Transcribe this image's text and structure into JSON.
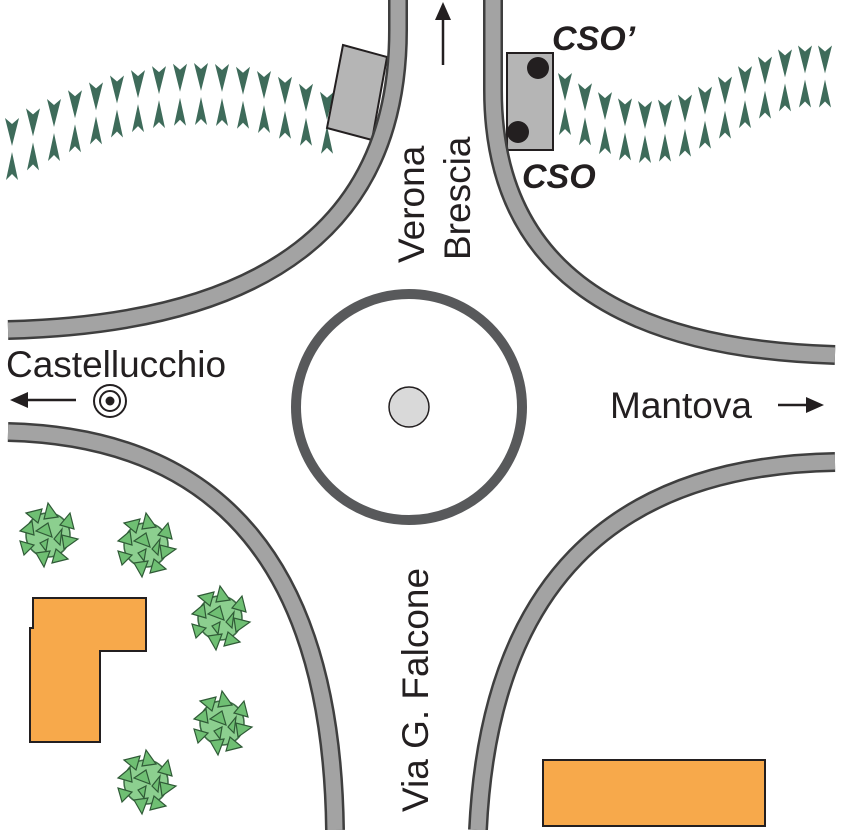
{
  "labels": {
    "north_line1": "Verona",
    "north_line2": "Brescia",
    "east": "Mantova",
    "west": "Castellucchio",
    "south": "Via G. Falcone",
    "cso_top": "CSO’",
    "cso_bottom": "CSO"
  },
  "colors": {
    "road": "#a3a3a3",
    "road_edge": "#3f3f3f",
    "building": "#f7a94b",
    "hedge": "#3e6b5a",
    "bush": "#6fbf73",
    "structure": "#b5b5b5"
  },
  "icons": {
    "north": "arrow-up-icon",
    "east": "arrow-right-icon",
    "west": "arrow-left-icon",
    "sampling_point": "target-icon"
  }
}
